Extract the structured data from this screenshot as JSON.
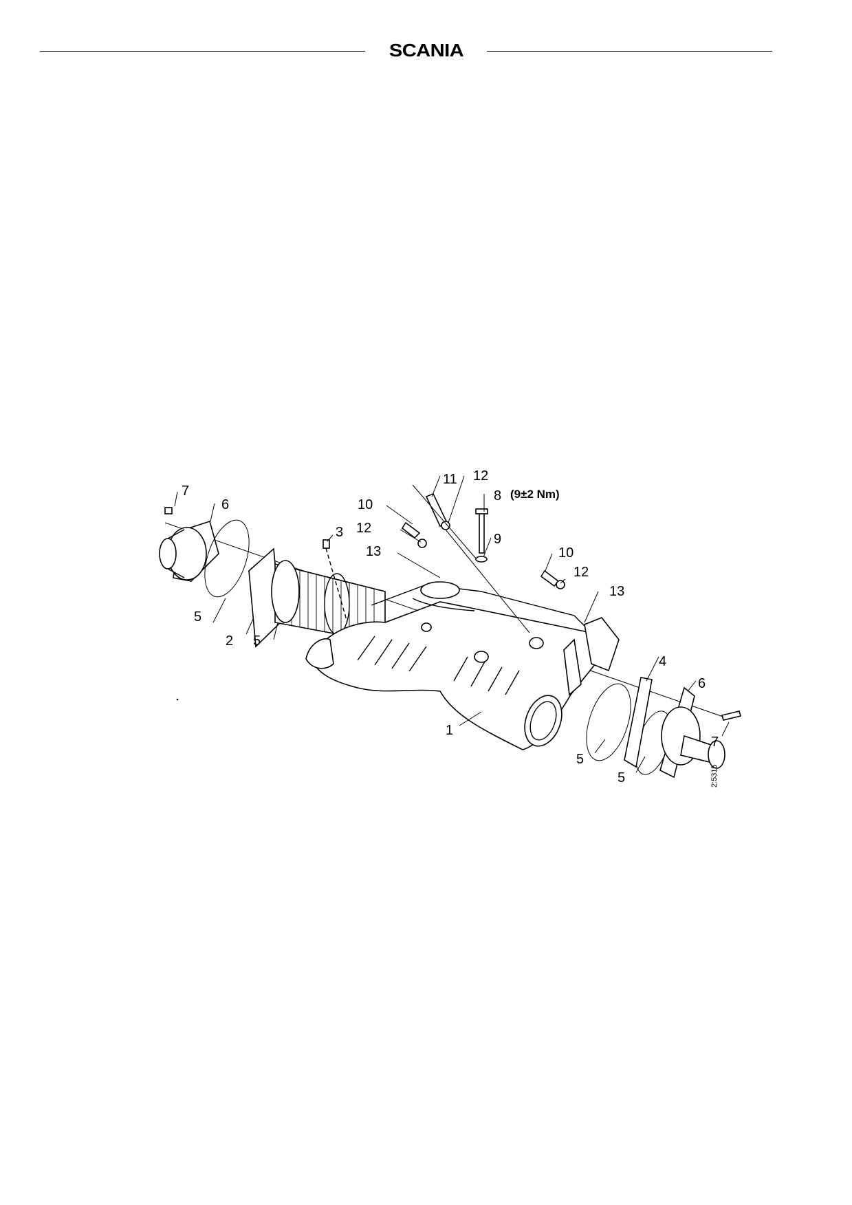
{
  "header": {
    "brand": "SCANIA"
  },
  "figure": {
    "callouts": {
      "c1": "1",
      "c2": "2",
      "c3": "3",
      "c4": "4",
      "c5a": "5",
      "c5b": "5",
      "c5c": "5",
      "c5d": "5",
      "c6a": "6",
      "c6b": "6",
      "c7a": "7",
      "c7b": "7",
      "c8": "8",
      "c9": "9",
      "c10a": "10",
      "c10b": "10",
      "c11": "11",
      "c12a": "12",
      "c12b": "12",
      "c12c": "12",
      "c13a": "13",
      "c13b": "13"
    },
    "torque_note": "(9±2 Nm)",
    "figure_number": "2:5315"
  }
}
